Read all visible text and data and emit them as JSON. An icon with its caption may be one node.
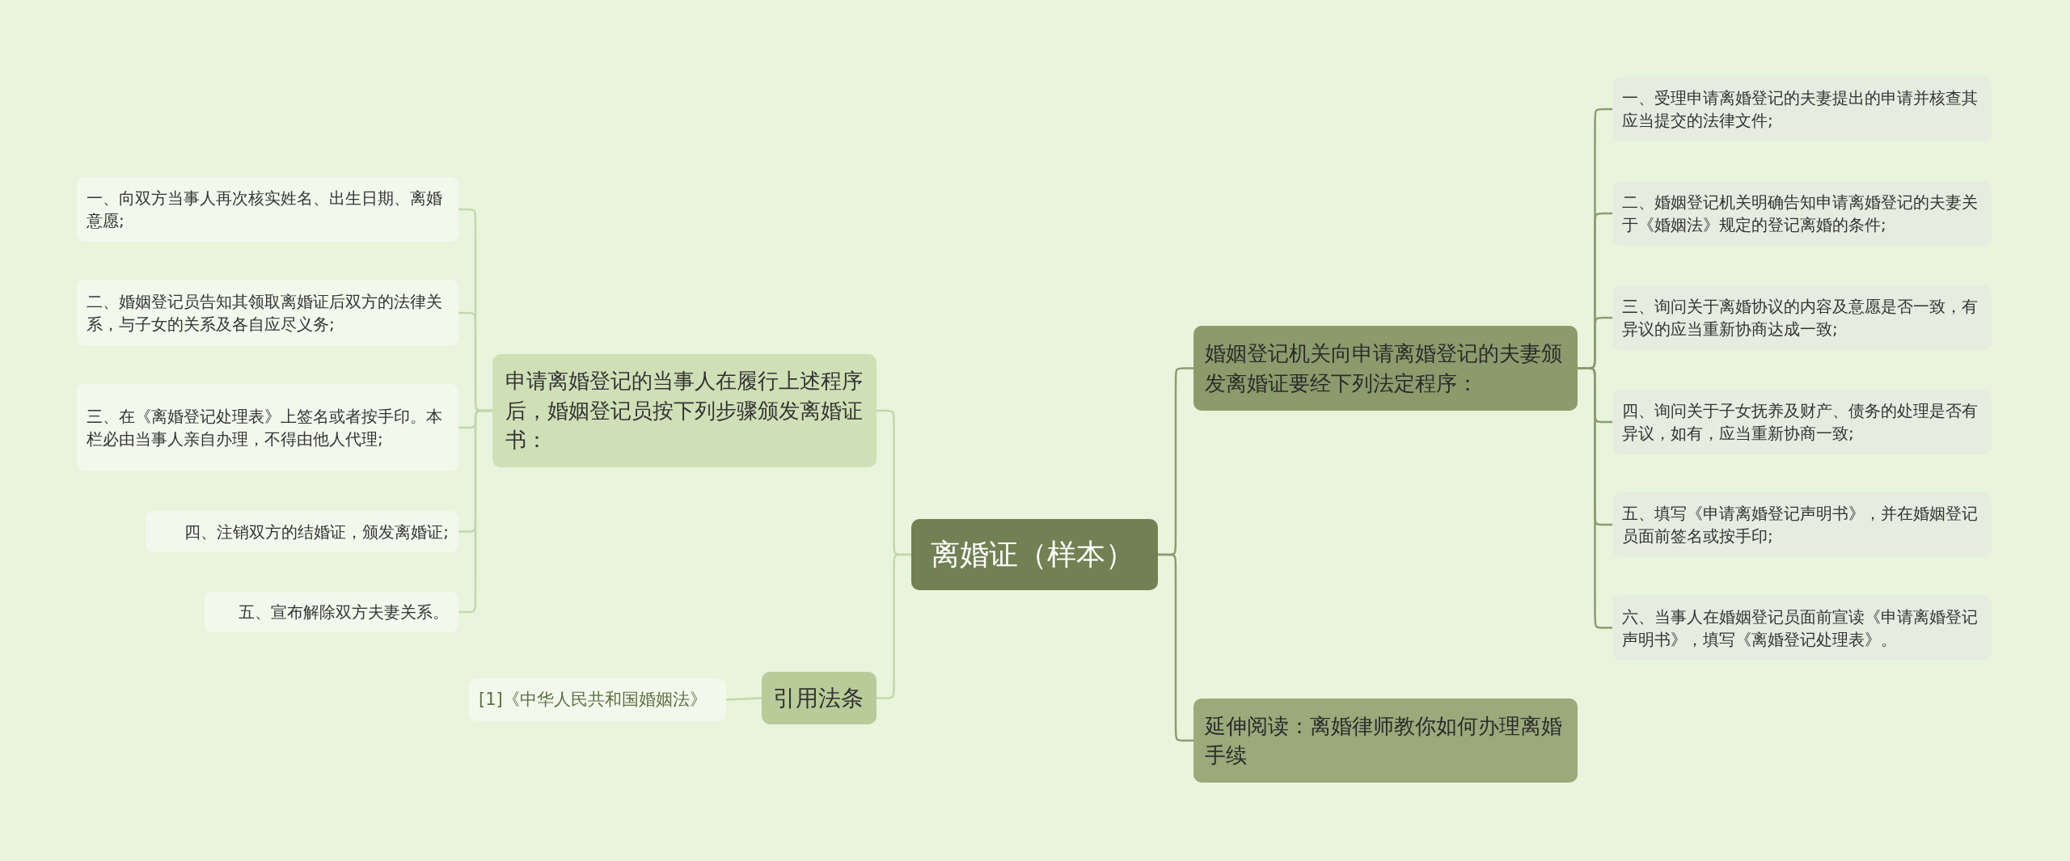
{
  "diagram": {
    "nodes": [
      {
        "text": [
          "离婚证（样本）"
        ]
      },
      {
        "text": [
          "申请离婚登记的当事人在履行上述程序后，婚姻登记员按下列步骤颁发离婚证书："
        ]
      },
      {
        "text": [
          "一、向双方当事人再次核实姓名、出生日期、离婚意愿;"
        ]
      },
      {
        "text": [
          "二、婚姻登记员告知其领取离婚证后双方的法律关系，与子女的关系及各自应尽义务;"
        ]
      },
      {
        "text": [
          "三、在《离婚登记处理表》上签名或者按手印。本栏必由当事人亲自办理，不得由他人代理;"
        ]
      },
      {
        "text": [
          "四、注销双方的结婚证，颁发离婚证;"
        ]
      },
      {
        "text": [
          "五、宣布解除双方夫妻关系。"
        ]
      },
      {
        "text": [
          "引用法条"
        ]
      },
      {
        "text": [
          "[1]《中华人民共和国婚姻法》"
        ]
      },
      {
        "text": [
          "婚姻登记机关向申请离婚登记的夫妻颁发离婚证要经下列法定程序："
        ]
      },
      {
        "text": [
          "一、受理申请离婚登记的夫妻提出的申请并核查其应当提交的法律文件;"
        ]
      },
      {
        "text": [
          "二、婚姻登记机关明确告知申请离婚登记的夫妻关于《婚姻法》规定的登记离婚的条件;"
        ]
      },
      {
        "text": [
          "三、询问关于离婚协议的内容及意愿是否一致，有异议的应当重新协商达成一致;"
        ]
      },
      {
        "text": [
          "四、询问关于子女抚养及财产、债务的处理是否有异议，如有，应当重新协商一致;"
        ]
      },
      {
        "text": [
          "五、填写《申请离婚登记声明书》，并在婚姻登记员面前签名或按手印;"
        ]
      },
      {
        "text": [
          "六、当事人在婚姻登记员面前宣读《申请离婚登记声明书》，填写《离婚登记处理表》。"
        ]
      },
      {
        "text": [
          "延伸阅读：离婚律师教你如何办理离婚手续"
        ]
      }
    ],
    "edges": [
      {
        "from": 0,
        "to": 1,
        "arrow": "none"
      },
      {
        "from": 1,
        "to": 2,
        "arrow": "none"
      },
      {
        "from": 1,
        "to": 3,
        "arrow": "none"
      },
      {
        "from": 1,
        "to": 4,
        "arrow": "none"
      },
      {
        "from": 1,
        "to": 5,
        "arrow": "none"
      },
      {
        "from": 1,
        "to": 6,
        "arrow": "none"
      },
      {
        "from": 0,
        "to": 7,
        "arrow": "none"
      },
      {
        "from": 7,
        "to": 8,
        "arrow": "none"
      },
      {
        "from": 0,
        "to": 9,
        "arrow": "none",
        "color": "#8c9c70"
      },
      {
        "from": 9,
        "to": 10,
        "arrow": "none",
        "color": "#8c9c70"
      },
      {
        "from": 9,
        "to": 11,
        "arrow": "none",
        "color": "#8c9c70"
      },
      {
        "from": 9,
        "to": 12,
        "arrow": "none",
        "color": "#8c9c70"
      },
      {
        "from": 9,
        "to": 13,
        "arrow": "none",
        "color": "#8c9c70"
      },
      {
        "from": 9,
        "to": 14,
        "arrow": "none",
        "color": "#8c9c70"
      },
      {
        "from": 9,
        "to": 15,
        "arrow": "none",
        "color": "#8c9c70"
      },
      {
        "from": 0,
        "to": 16,
        "arrow": "none",
        "color": "#8c9c70"
      }
    ]
  }
}
